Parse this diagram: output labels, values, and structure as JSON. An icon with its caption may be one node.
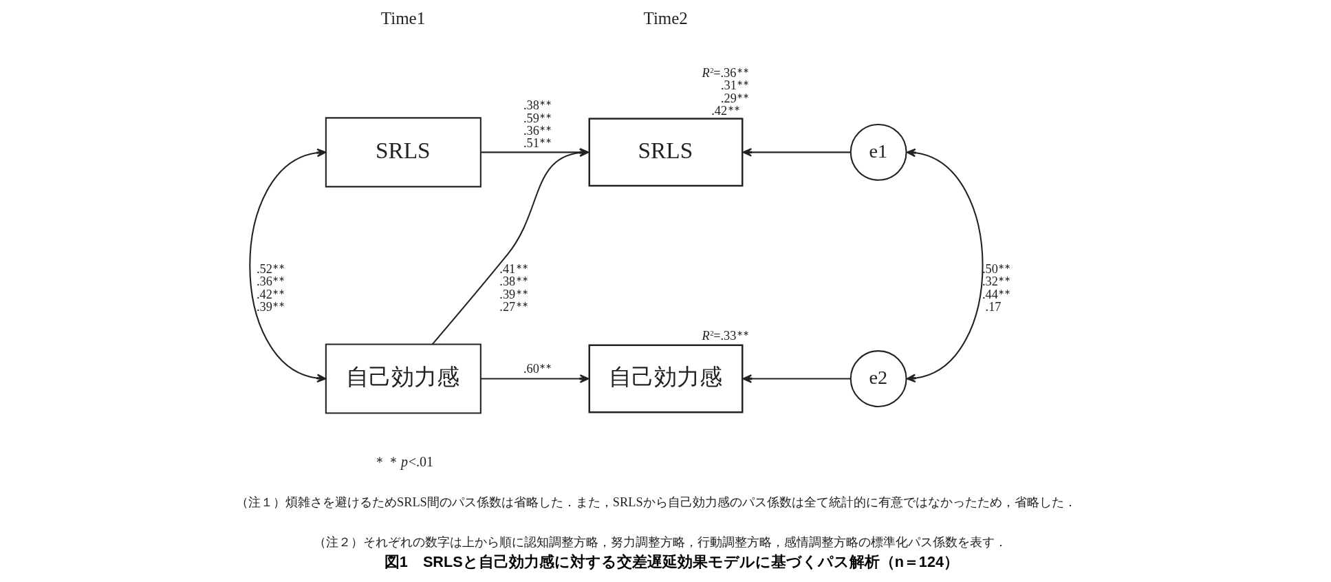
{
  "diagram": {
    "caption": "図1　SRLSと自己効力感に対する交差遅延効果モデルに基づくパス解析（n＝124）",
    "nodes": [
      {
        "text": [
          "SRLS"
        ]
      },
      {
        "text": [
          "自己効力感"
        ]
      },
      {
        "text": [
          "SRLS"
        ],
        "beside": [
          "*R*$^{2}$=.36$^{∗∗}$ .31$^{∗∗}$ .29$^{∗∗}$ .42$^{∗∗}$"
        ]
      },
      {
        "text": [
          "自己効力感"
        ],
        "beside": [
          "*R*$^{2}$=.33$^{∗∗}$"
        ]
      },
      {
        "text": [
          "e1"
        ]
      },
      {
        "text": [
          "e2"
        ]
      }
    ],
    "edges": [
      {
        "from": 0,
        "to": 2,
        "arrow": "to",
        "label": ".38$^{∗∗}$ .59$^{∗∗}$ .36$^{∗∗}$ .51$^{∗∗}$"
      },
      {
        "from": 0,
        "to": 1,
        "arrow": "both",
        "label": ".52$^{∗∗}$ .36$^{∗∗}$ .42$^{∗∗}$ .39$^{∗∗}$"
      },
      {
        "from": 1,
        "to": 2,
        "arrow": "to",
        "label": ".41$^{∗∗}$ .38$^{∗∗}$ .39$^{∗∗}$ .27$^{∗∗}$"
      },
      {
        "from": 1,
        "to": 3,
        "arrow": "to",
        "label": ".60$^{∗∗}$"
      },
      {
        "from": 4,
        "to": 2,
        "arrow": "to"
      },
      {
        "from": 4,
        "to": 5,
        "arrow": "both",
        "label": ".50$^{∗∗}$ .32$^{∗∗}$ .44$^{∗∗}$ .17"
      },
      {
        "from": 5,
        "to": 3,
        "arrow": "to"
      }
    ],
    "labels": [
      "Time1",
      "Time2",
      "＊＊*p*<.01",
      "（注１）煩雑さを避けるためSRLS間のパス係数は省略した．また，SRLSから自己効力感のパス係数は全て統計的に有意ではなかったため，省略した．",
      "（注２）それぞれの数字は上から順に認知調整方略，努力調整方略，行動調整方略，感情調整方略の標準化パス係数を表す．"
    ]
  }
}
